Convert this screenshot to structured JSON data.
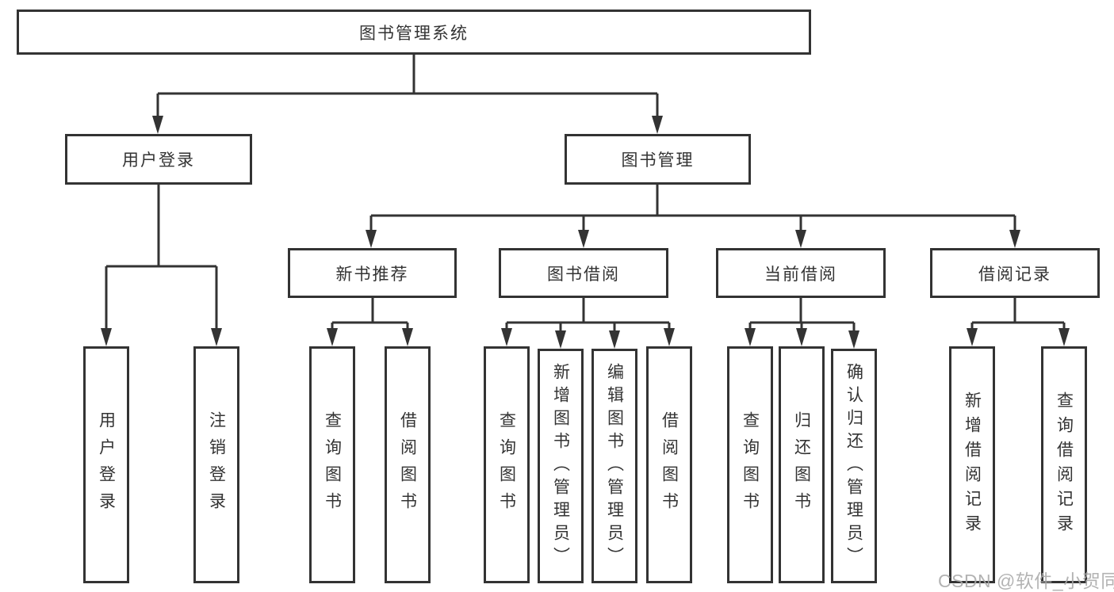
{
  "diagram": {
    "root": {
      "label": "图书管理系统"
    },
    "level2": [
      {
        "label": "用户登录"
      },
      {
        "label": "图书管理"
      }
    ],
    "level3": [
      {
        "label": "新书推荐"
      },
      {
        "label": "图书借阅"
      },
      {
        "label": "当前借阅"
      },
      {
        "label": "借阅记录"
      }
    ],
    "leaves": {
      "user_login": [
        "用户登录",
        "注销登录"
      ],
      "new_book": [
        "查询图书",
        "借阅图书"
      ],
      "book_borrow": [
        "查询图书",
        "新增图书（管理员）",
        "编辑图书（管理员）",
        "借阅图书"
      ],
      "current_borrow": [
        "查询图书",
        "归还图书",
        "确认归还（管理员）"
      ],
      "borrow_records": [
        "新增借阅记录",
        "查询借阅记录"
      ]
    }
  },
  "watermark": {
    "text": "CSDN @软件_小贺同学"
  },
  "colors": {
    "line": "#333333",
    "text": "#333333",
    "background": "#ffffff",
    "watermark": "#a8a8a8"
  }
}
